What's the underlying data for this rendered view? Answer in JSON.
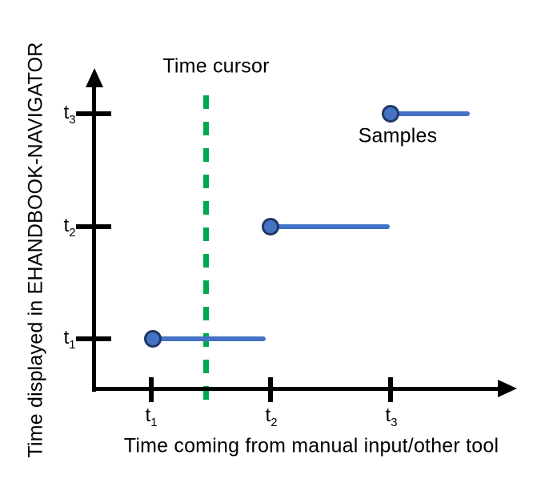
{
  "colors": {
    "axis": "#000000",
    "text": "#000000",
    "sample": "#4472C4",
    "sample_border": "#1F3864",
    "cursor": "#00A94F"
  },
  "y_axis": {
    "label": "Time displayed in EHANDBOOK-NAVIGATOR",
    "ticks": [
      {
        "base": "t",
        "sub": "3"
      },
      {
        "base": "t",
        "sub": "2"
      },
      {
        "base": "t",
        "sub": "1"
      }
    ]
  },
  "x_axis": {
    "label": "Time coming from manual input/other tool",
    "ticks": [
      {
        "base": "t",
        "sub": "1"
      },
      {
        "base": "t",
        "sub": "2"
      },
      {
        "base": "t",
        "sub": "3"
      }
    ]
  },
  "annotations": {
    "time_cursor_label": "Time cursor",
    "samples_label": "Samples"
  },
  "chart_data": {
    "type": "scatter",
    "title": "",
    "xlabel": "Time coming from manual input/other tool",
    "ylabel": "Time displayed in EHANDBOOK-NAVIGATOR",
    "x_ticks": [
      "t1",
      "t2",
      "t3"
    ],
    "y_ticks": [
      "t1",
      "t2",
      "t3"
    ],
    "grid": false,
    "legend": "none",
    "series": [
      {
        "name": "Samples",
        "style": "dot-with-horizontal-hold-line",
        "color": "#4472C4",
        "points": [
          {
            "x": "t1",
            "y": "t1",
            "hold_to_x": "t2"
          },
          {
            "x": "t2",
            "y": "t2",
            "hold_to_x": "t3"
          },
          {
            "x": "t3",
            "y": "t3",
            "hold_to_x": "beyond t3"
          }
        ]
      }
    ],
    "annotations": [
      {
        "type": "vertical_dashed_line",
        "label": "Time cursor",
        "color": "#00A94F",
        "x": "between t1 and t2"
      }
    ]
  }
}
